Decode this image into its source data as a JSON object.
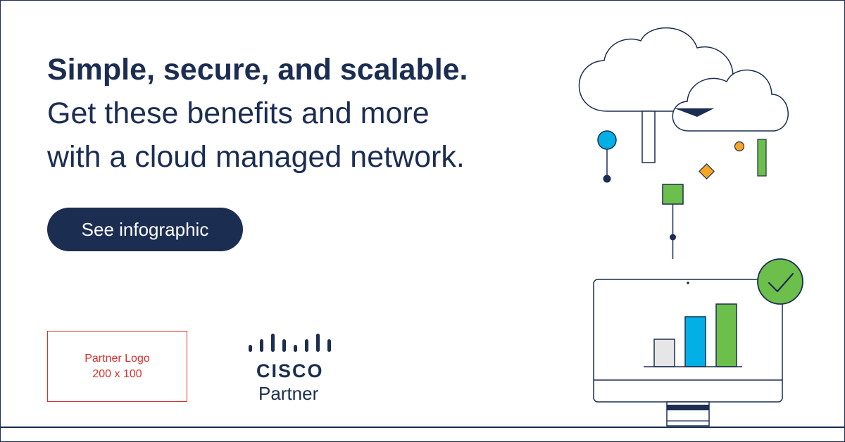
{
  "headline": {
    "line1": "Simple, secure, and scalable.",
    "line2": "Get these benefits and more",
    "line3": "with a cloud managed network."
  },
  "cta": {
    "label": "See infographic"
  },
  "partner_logo_placeholder": {
    "line1": "Partner Logo",
    "line2": "200 x 100"
  },
  "cisco": {
    "wordmark": "CISCO",
    "tier": "Partner"
  },
  "colors": {
    "navy": "#1c2d52",
    "blue": "#02b0e6",
    "green": "#6cbf4b",
    "orange": "#f6a623",
    "gray": "#e6e6e6",
    "placeholder_red": "#d9302b"
  },
  "icons": [
    "cloud-icon",
    "monitor-icon",
    "bar-chart-icon",
    "checkmark-icon"
  ]
}
